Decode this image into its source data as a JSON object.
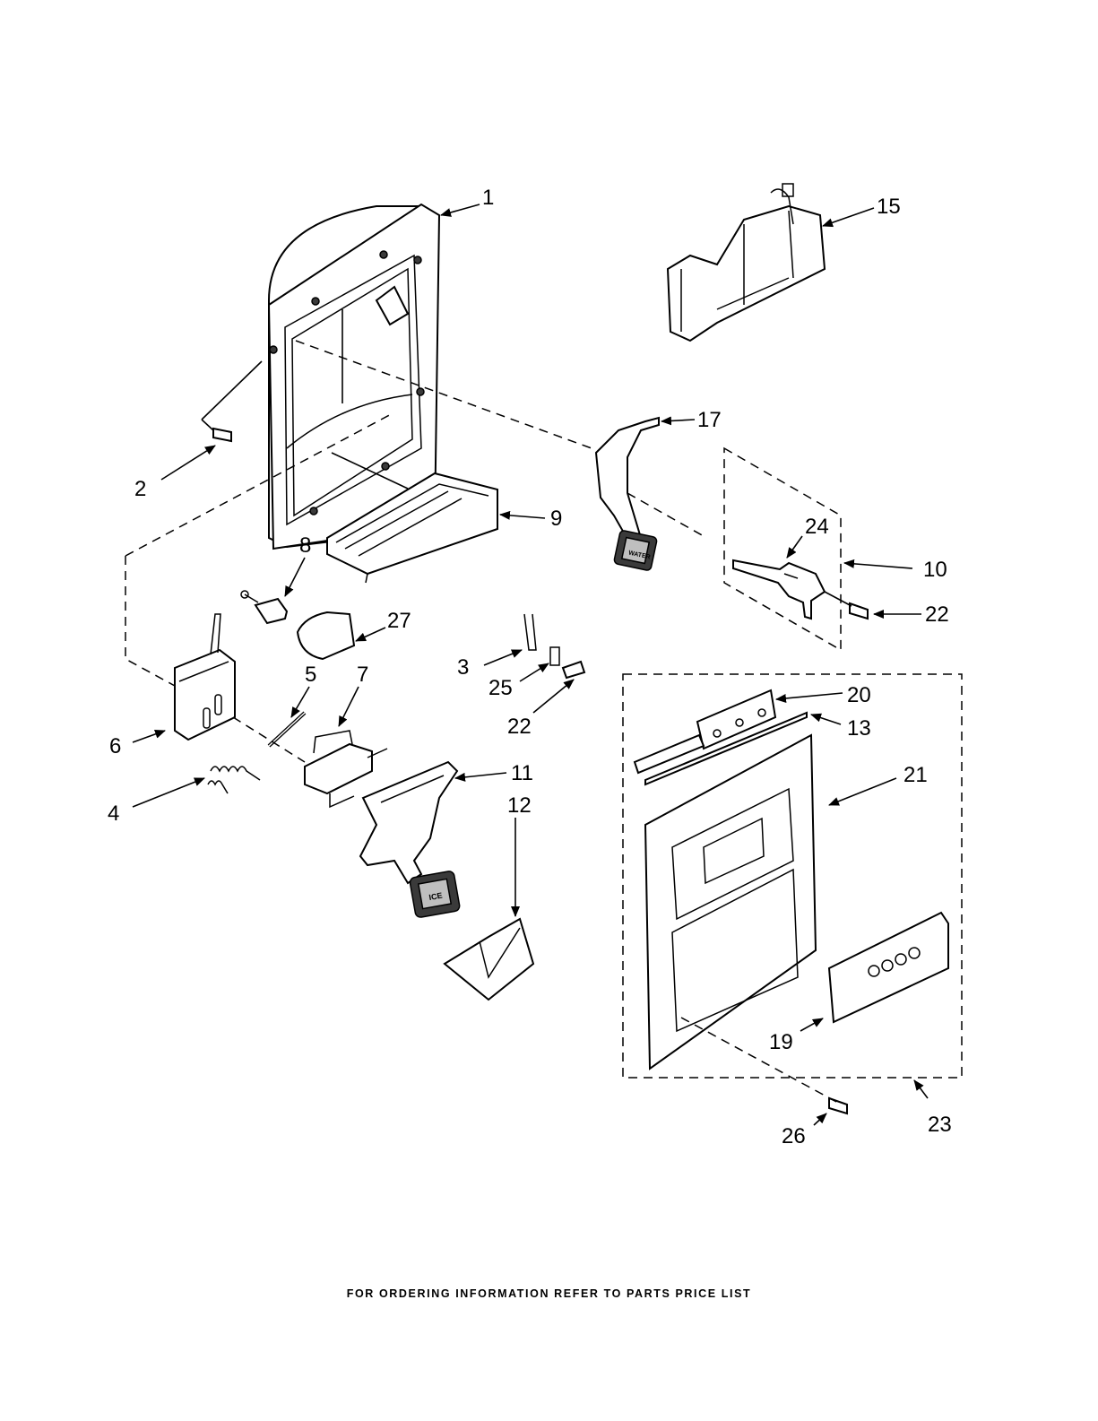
{
  "callouts": [
    {
      "id": "1",
      "label": "1"
    },
    {
      "id": "2",
      "label": "2"
    },
    {
      "id": "3",
      "label": "3"
    },
    {
      "id": "4",
      "label": "4"
    },
    {
      "id": "5",
      "label": "5"
    },
    {
      "id": "6",
      "label": "6"
    },
    {
      "id": "7",
      "label": "7"
    },
    {
      "id": "8",
      "label": "8"
    },
    {
      "id": "9",
      "label": "9"
    },
    {
      "id": "10",
      "label": "10"
    },
    {
      "id": "11",
      "label": "11"
    },
    {
      "id": "12",
      "label": "12"
    },
    {
      "id": "13",
      "label": "13"
    },
    {
      "id": "15",
      "label": "15"
    },
    {
      "id": "17",
      "label": "17"
    },
    {
      "id": "19",
      "label": "19"
    },
    {
      "id": "20",
      "label": "20"
    },
    {
      "id": "21",
      "label": "21"
    },
    {
      "id": "22a",
      "label": "22"
    },
    {
      "id": "22b",
      "label": "22"
    },
    {
      "id": "23",
      "label": "23"
    },
    {
      "id": "24",
      "label": "24"
    },
    {
      "id": "25",
      "label": "25"
    },
    {
      "id": "26",
      "label": "26"
    },
    {
      "id": "27",
      "label": "27"
    }
  ],
  "footer_note": "FOR ORDERING INFORMATION REFER TO PARTS PRICE LIST",
  "pad_labels": {
    "water": "WATER",
    "ice": "ICE"
  },
  "colors": {
    "ink": "#000000",
    "paper": "#ffffff"
  }
}
